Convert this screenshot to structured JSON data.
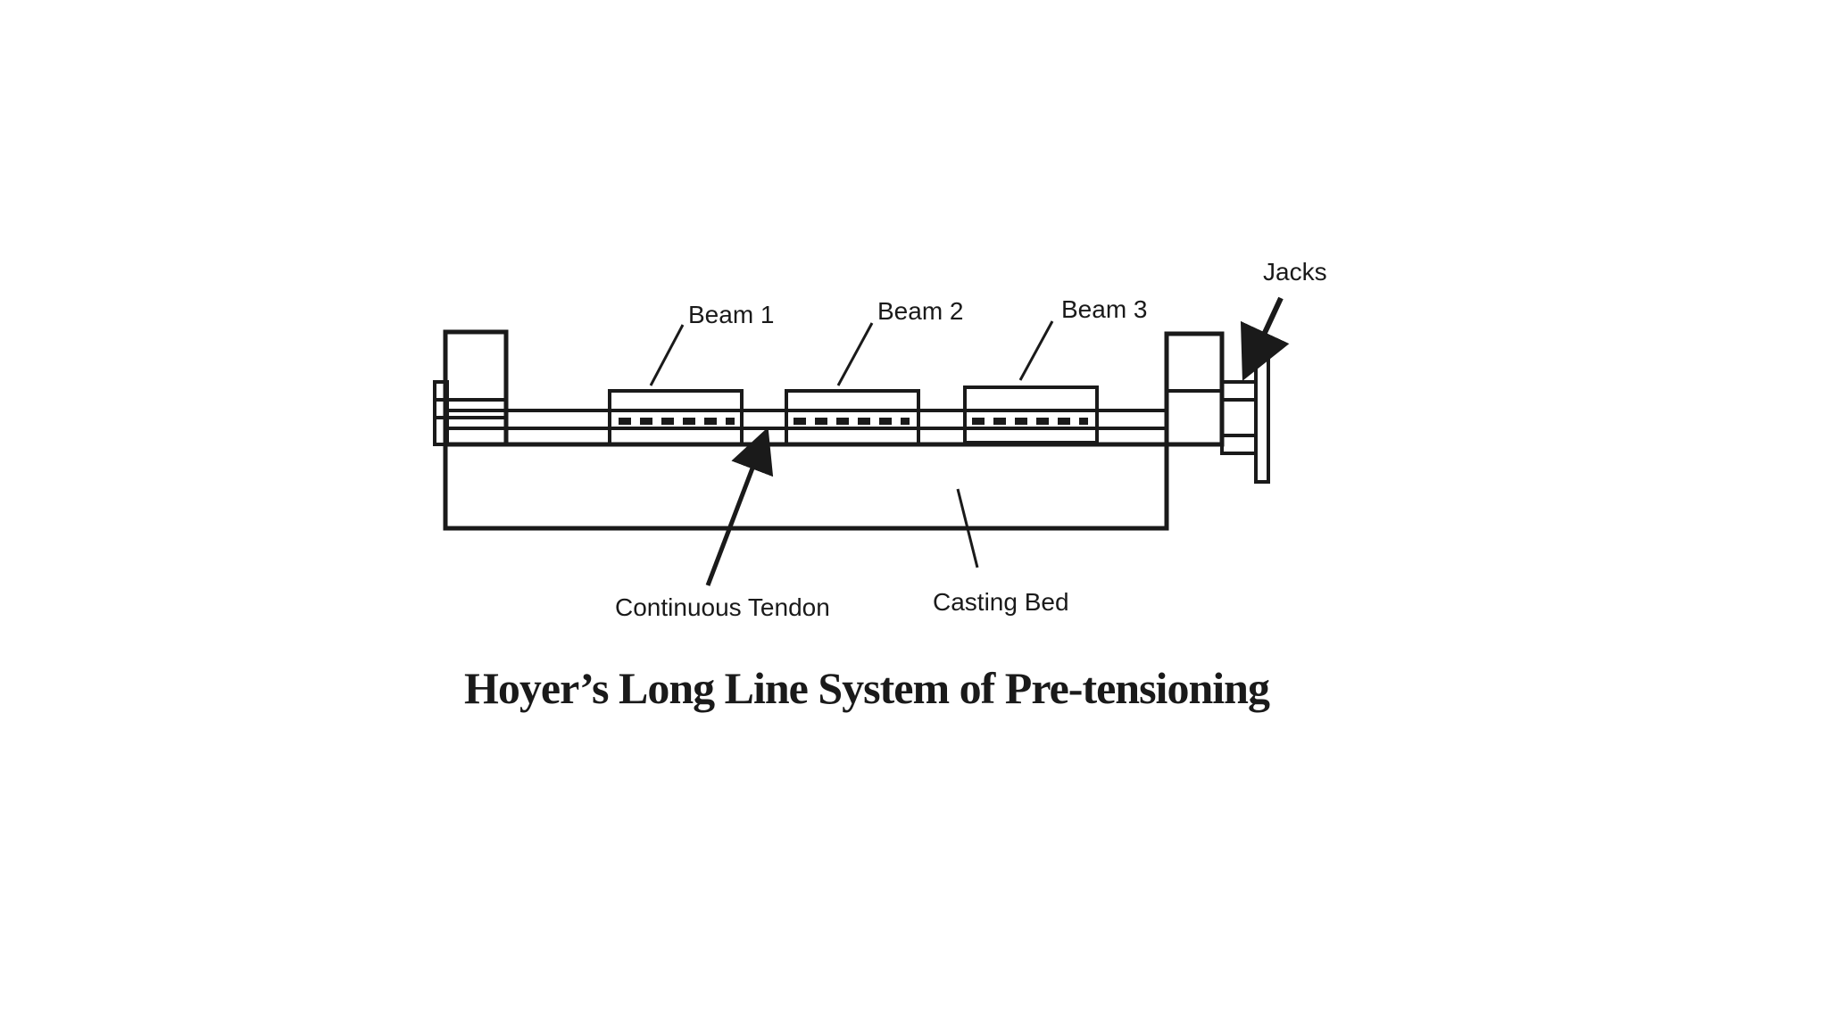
{
  "labels": {
    "beam_1": "Beam 1",
    "beam_2": "Beam 2",
    "beam_3": "Beam 3",
    "jacks": "Jacks",
    "continuous_tendon": "Continuous Tendon",
    "casting_bed": "Casting Bed"
  },
  "caption": "Hoyer’s Long Line System of Pre-tensioning",
  "colors": {
    "ink": "#1a1a1a",
    "background": "#ffffff"
  }
}
